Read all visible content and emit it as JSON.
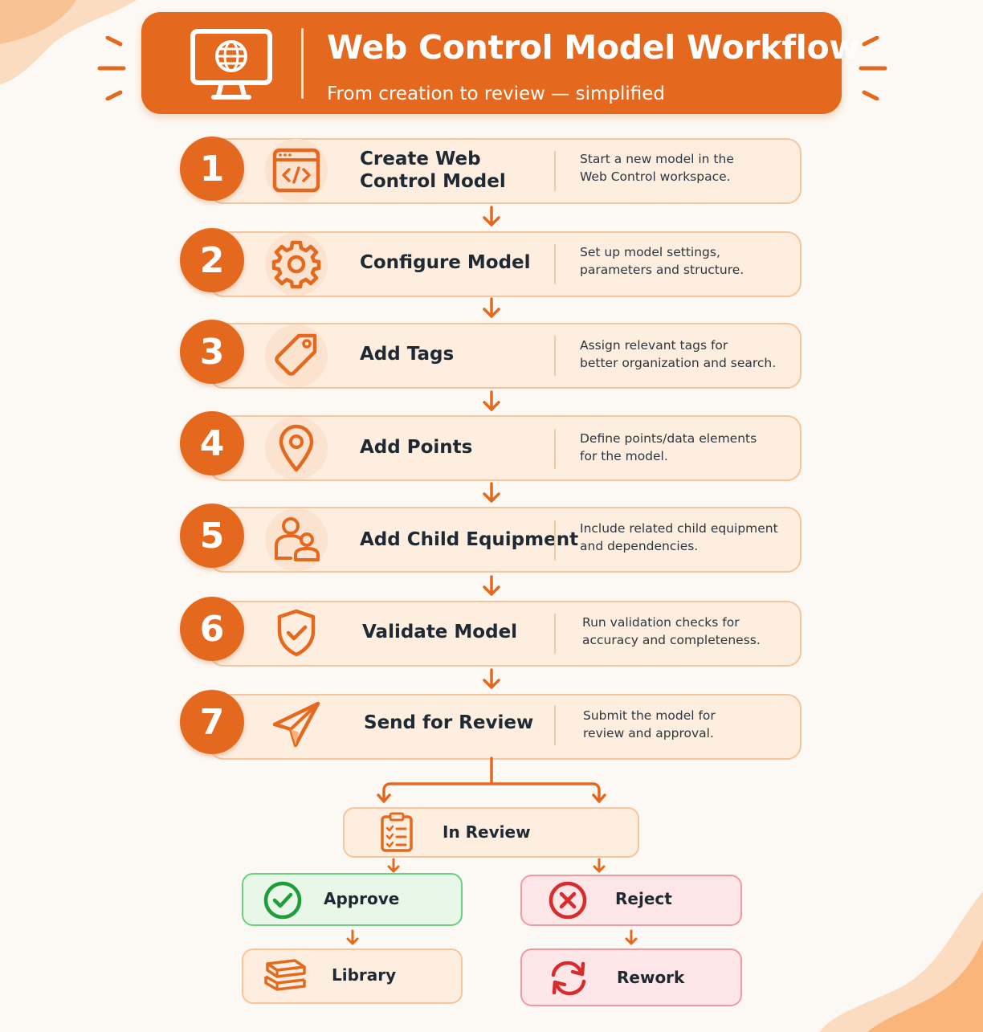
{
  "header": {
    "title": "Web Control Model Workflow",
    "subtitle": "From creation to review — simplified",
    "icon": "monitor-globe-icon"
  },
  "steps": [
    {
      "number": "1",
      "title_line1": "Create Web",
      "title_line2": "Control Model",
      "desc_line1": "Start a new model in the",
      "desc_line2": "Web Control workspace.",
      "icon": "code-window-icon"
    },
    {
      "number": "2",
      "title_line1": "Configure Model",
      "desc_line1": "Set up model settings,",
      "desc_line2": "parameters and structure.",
      "icon": "gear-icon"
    },
    {
      "number": "3",
      "title_line1": "Add Tags",
      "desc_line1": "Assign relevant tags for",
      "desc_line2": "better organization and search.",
      "icon": "tag-icon"
    },
    {
      "number": "4",
      "title_line1": "Add Points",
      "desc_line1": "Define points/data elements",
      "desc_line2": "for the model.",
      "icon": "map-pin-icon"
    },
    {
      "number": "5",
      "title_line1": "Add Child Equipment",
      "desc_line1": "Include related child equipment",
      "desc_line2": "and dependencies.",
      "icon": "users-icon"
    },
    {
      "number": "6",
      "title_line1": "Validate Model",
      "desc_line1": "Run validation checks for",
      "desc_line2": "accuracy and completeness.",
      "icon": "shield-check-icon"
    },
    {
      "number": "7",
      "title_line1": "Send for Review",
      "desc_line1": "Submit the model for",
      "desc_line2": "review and approval.",
      "icon": "paper-plane-icon"
    }
  ],
  "review": {
    "in_review": "In Review",
    "approve": "Approve",
    "reject": "Reject",
    "library": "Library",
    "rework": "Rework"
  },
  "colors": {
    "accent": "#e4691e",
    "card_bg": "#fdeee0",
    "approve": "#1f9d3a",
    "reject": "#d92b2b",
    "background": "#fcf9f4"
  }
}
